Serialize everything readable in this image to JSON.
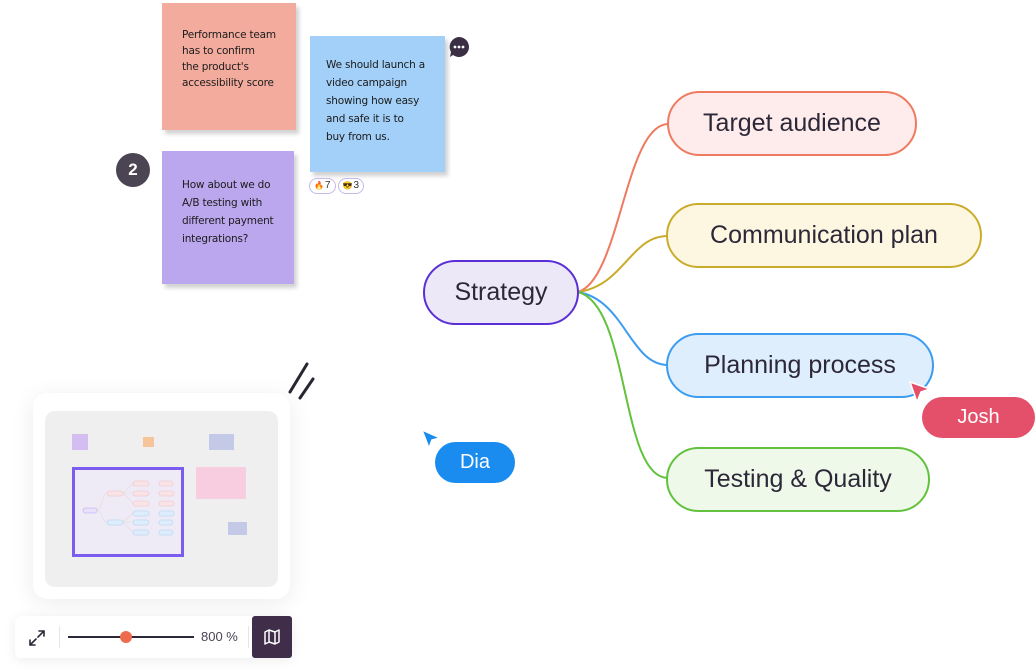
{
  "sticky_notes": [
    {
      "id": "performance",
      "text": "Performance team\nhas to confirm\nthe product's\naccessibility score",
      "color": "#f3ab9e"
    },
    {
      "id": "video",
      "text": "We should launch a\nvideo campaign\nshowing how easy\nand safe it is to\nbuy from us.",
      "color": "#a3d0f8"
    },
    {
      "id": "ab-testing",
      "text": "How about we do\nA/B testing with\ndifferent payment\nintegrations?",
      "color": "#bba7ee"
    }
  ],
  "comment_count_badge": "2",
  "reactions": [
    {
      "icon": "fire-emoji",
      "glyph": "🔥",
      "count": "7"
    },
    {
      "icon": "sunglasses-emoji",
      "glyph": "😎",
      "count": "3"
    }
  ],
  "mindmap": {
    "root": {
      "label": "Strategy",
      "border": "#5a2fd6",
      "fill": "#ede8f8"
    },
    "children": [
      {
        "label": "Target audience",
        "border": "#f07a60",
        "fill": "#fdeceb"
      },
      {
        "label": "Communication plan",
        "border": "#c9ac2b",
        "fill": "#fdf7e1"
      },
      {
        "label": "Planning process",
        "border": "#3b9cf0",
        "fill": "#deeefc"
      },
      {
        "label": "Testing & Quality",
        "border": "#62c23e",
        "fill": "#eef9ea"
      }
    ]
  },
  "cursors": [
    {
      "name": "Dia",
      "color": "#1a8cf0"
    },
    {
      "name": "Josh",
      "color": "#e4506a"
    }
  ],
  "toolbar": {
    "zoom_level": "800 %",
    "zoom_fraction": 0.46,
    "accent": "#ee6b4d",
    "map_button_bg": "#3f2d49"
  }
}
